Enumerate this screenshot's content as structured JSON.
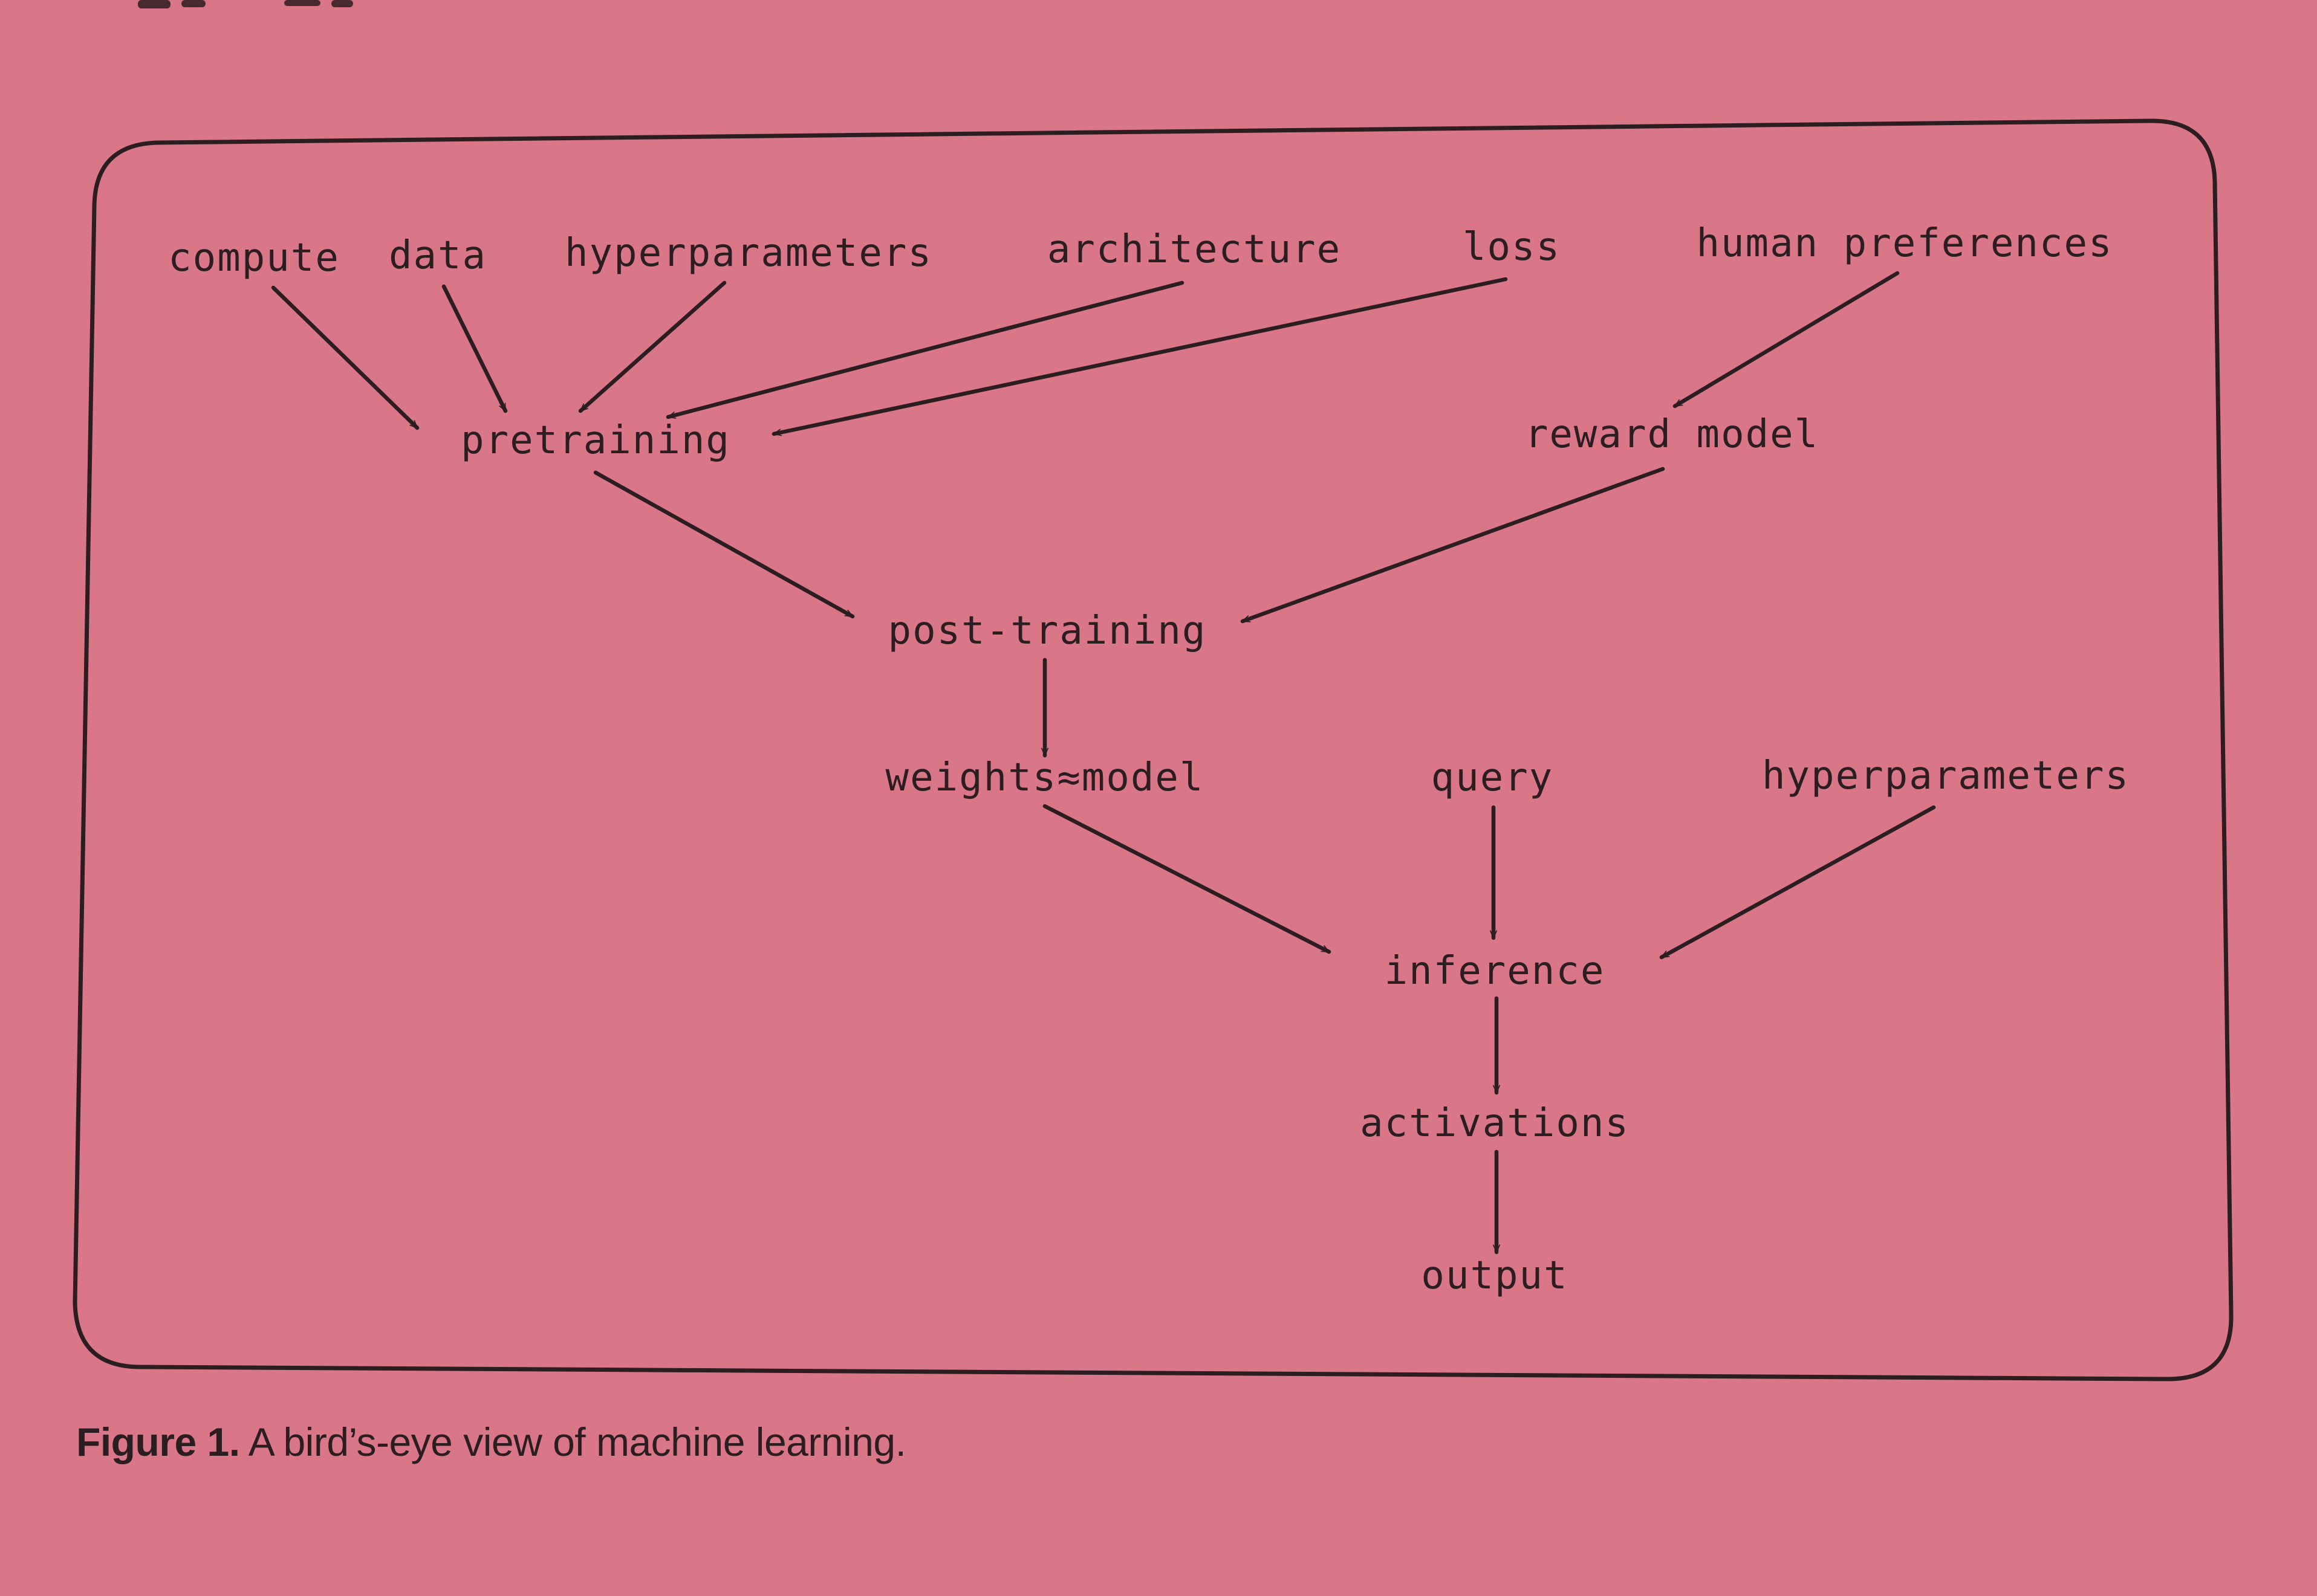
{
  "colors": {
    "paper": "#d97688",
    "ink": "#2b1d20"
  },
  "diagram": {
    "nodes": {
      "compute": "compute",
      "data": "data",
      "hyperparameters_training": "hyperparameters",
      "architecture": "architecture",
      "loss": "loss",
      "human_preferences": "human preferences",
      "pretraining": "pretraining",
      "reward_model": "reward model",
      "post_training": "post-training",
      "weights_model": "weights≈model",
      "query": "query",
      "hyperparameters_inference": "hyperparameters",
      "inference": "inference",
      "activations": "activations",
      "output": "output"
    },
    "edges": [
      [
        "compute",
        "pretraining"
      ],
      [
        "data",
        "pretraining"
      ],
      [
        "hyperparameters_training",
        "pretraining"
      ],
      [
        "architecture",
        "pretraining"
      ],
      [
        "loss",
        "pretraining"
      ],
      [
        "human_preferences",
        "reward_model"
      ],
      [
        "pretraining",
        "post_training"
      ],
      [
        "reward_model",
        "post_training"
      ],
      [
        "post_training",
        "weights_model"
      ],
      [
        "weights_model",
        "inference"
      ],
      [
        "query",
        "inference"
      ],
      [
        "hyperparameters_inference",
        "inference"
      ],
      [
        "inference",
        "activations"
      ],
      [
        "activations",
        "output"
      ]
    ]
  },
  "caption": {
    "prefix": "Figure 1.",
    "text": " A bird’s-eye view of machine learning."
  }
}
